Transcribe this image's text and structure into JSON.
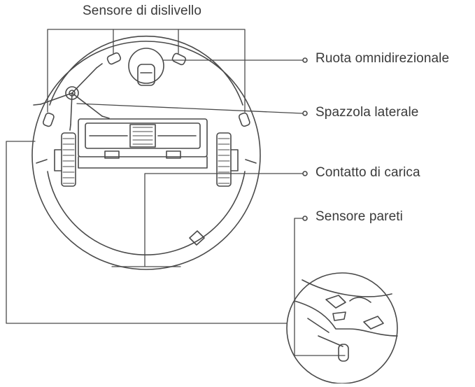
{
  "labels": {
    "cliff_sensor": "Sensore di dislivello",
    "omni_wheel": "Ruota omnidirezionale",
    "side_brush": "Spazzola laterale",
    "charging_contacts": "Contatto di carica",
    "wall_sensor": "Sensore pareti"
  },
  "colors": {
    "line": "#4a4a4a",
    "text": "#3a3a3a",
    "background": "#ffffff"
  }
}
